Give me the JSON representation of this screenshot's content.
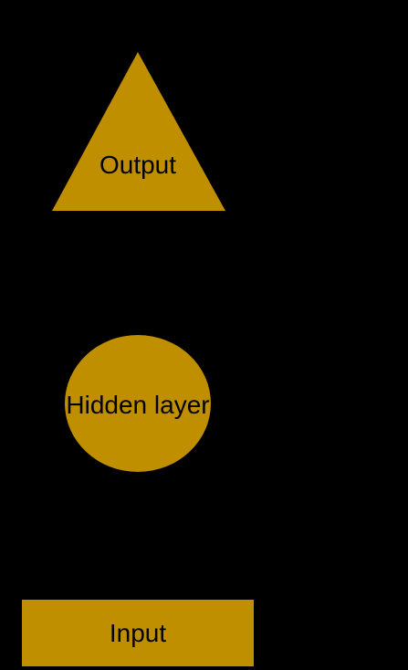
{
  "diagram": {
    "background_color": "#000000",
    "node_color": "#BF8F00",
    "text_color": "#000000",
    "nodes": [
      {
        "shape": "triangle",
        "label": "Output"
      },
      {
        "shape": "ellipse",
        "label": "Hidden layer"
      },
      {
        "shape": "rectangle",
        "label": "Input"
      }
    ]
  }
}
